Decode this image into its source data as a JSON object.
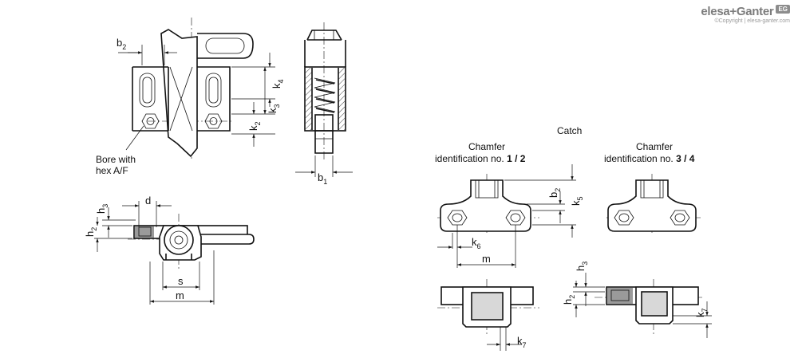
{
  "logo": {
    "brand": "elesa+Ganter",
    "badge": "EG",
    "copyright": "©Copyright | elesa-ganter.com"
  },
  "dims": {
    "b": "b",
    "b1": "1",
    "b2": "2",
    "k": "k",
    "k2": "2",
    "k3": "3",
    "k4": "4",
    "k5": "5",
    "k6": "6",
    "k7": "7",
    "h": "h",
    "h2": "2",
    "h3": "3",
    "d": "d",
    "s": "s",
    "m": "m"
  },
  "notes": {
    "bore_line1": "Bore with",
    "bore_line2": "hex A/F",
    "catch": "Catch",
    "chamfer": "Chamfer",
    "ident_prefix": "identification no.",
    "ident_a": "1 / 2",
    "ident_b": "3 / 4"
  }
}
